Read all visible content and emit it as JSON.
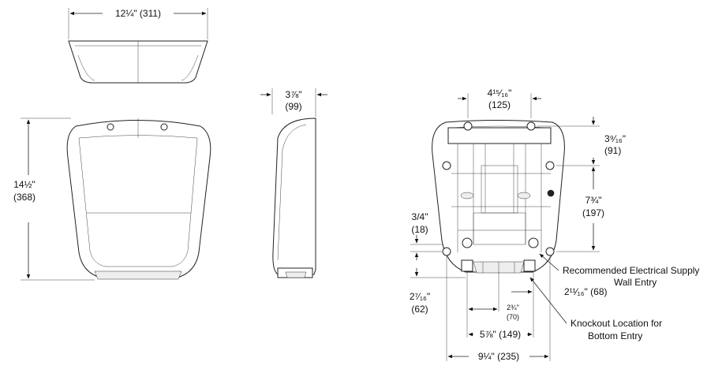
{
  "dimensions": {
    "top_width": "12¼\" (311)",
    "height_in": "14½\"",
    "height_mm": "(368)",
    "depth_in": "3⅞\"",
    "depth_mm": "(99)",
    "top_spacing_in": "4¹⁵⁄₁₆\"",
    "top_spacing_mm": "(125)",
    "right_top_in": "3⁹⁄₁₆\"",
    "right_top_mm": "(91)",
    "right_mid_in": "7¾\"",
    "right_mid_mm": "(197)",
    "left_small_in": "3/4\"",
    "left_small_mm": "(18)",
    "left_low_in": "2⁷⁄₁₆\"",
    "left_low_mm": "(62)",
    "right_low": "2¹¹⁄₁₆\" (68)",
    "inner_small_in": "2¾\"",
    "inner_small_mm": "(70)",
    "mid_width": "5⅞\" (149)",
    "bottom_width": "9¼\" (235)"
  },
  "callouts": {
    "electrical_line1": "Recommended Electrical Supply",
    "electrical_line2": "Wall Entry",
    "knockout_line1": "Knockout Location for",
    "knockout_line2": "Bottom Entry"
  }
}
